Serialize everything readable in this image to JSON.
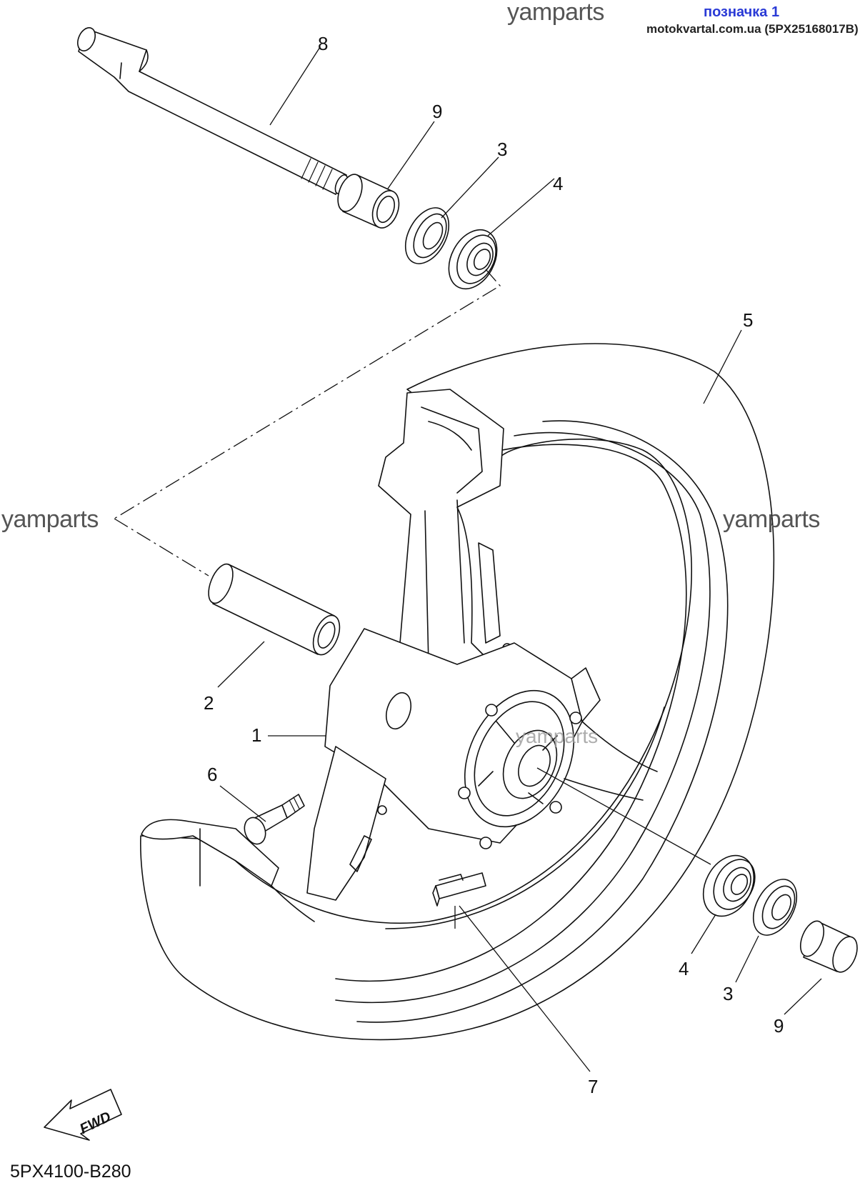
{
  "header": {
    "label": "позначка 1",
    "source": "motokvartal.com.ua (5PX25168017B)"
  },
  "watermarks": {
    "top": "yamparts",
    "left": "yamparts",
    "right": "yamparts",
    "center": "yamparts"
  },
  "callouts": {
    "c1": "1",
    "c2": "2",
    "c3_top": "3",
    "c3_bottom": "3",
    "c4_top": "4",
    "c4_bottom": "4",
    "c5": "5",
    "c6": "6",
    "c7": "7",
    "c8": "8",
    "c9_top": "9",
    "c9_bottom": "9"
  },
  "fwd_label": "FWD",
  "diagram_code": "5PX4100-B280"
}
